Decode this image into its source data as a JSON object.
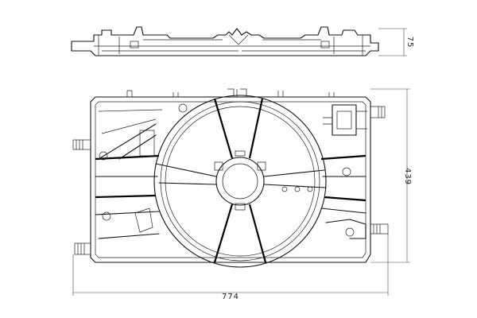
{
  "dimensions": {
    "width_label": "774",
    "height_label": "439",
    "depth_label": "75"
  }
}
